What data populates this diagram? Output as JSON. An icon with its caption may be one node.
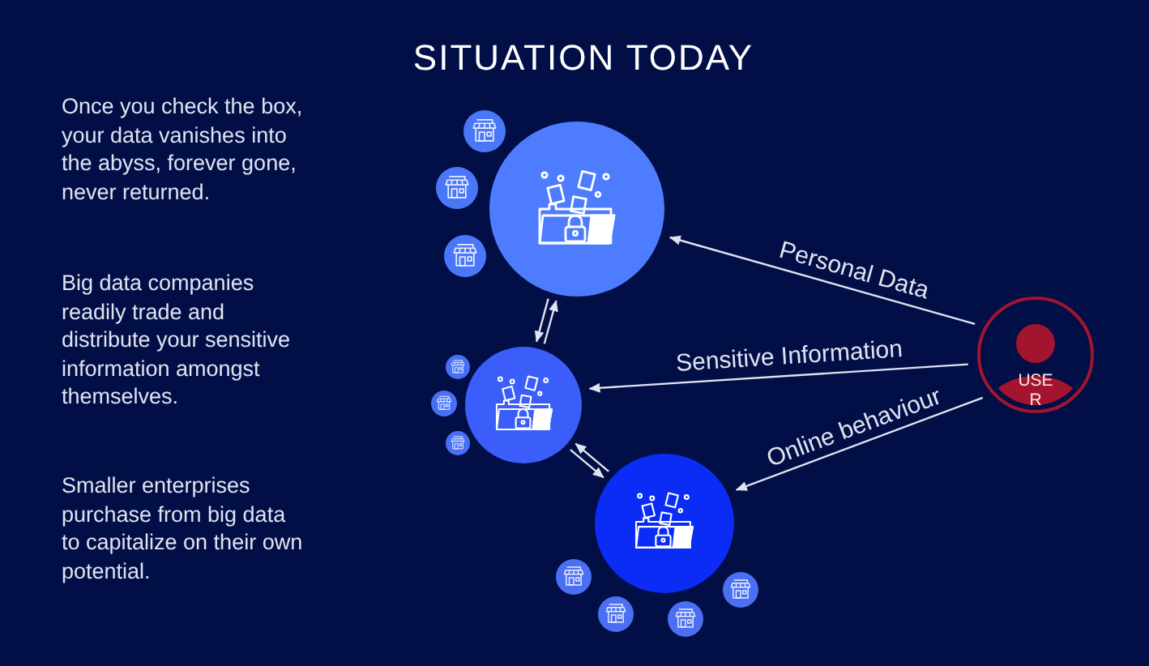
{
  "diagram": {
    "title": "SITUATION TODAY",
    "nodes": [
      {
        "text": [],
        "shape": "circle"
      },
      {
        "text": [],
        "shape": "circle"
      },
      {
        "text": [],
        "shape": "circle"
      },
      {
        "text": [
          "USER"
        ]
      }
    ],
    "edges": [
      {
        "from": 3,
        "to": 0,
        "arrow": "to",
        "label": "Personal Data"
      },
      {
        "from": 3,
        "to": 1,
        "arrow": "to",
        "label": "Sensitive Information"
      },
      {
        "from": 3,
        "to": 2,
        "arrow": "to",
        "label": "Online behaviour"
      },
      {
        "from": 1,
        "to": 0,
        "arrow": "to"
      },
      {
        "from": 0,
        "to": 1,
        "arrow": "to"
      },
      {
        "from": 1,
        "to": 2,
        "arrow": "to"
      },
      {
        "from": 2,
        "to": 1,
        "arrow": "to"
      }
    ],
    "labels": [
      "Once you check the box, your data vanishes into the abyss, forever gone, never returned.",
      "Big data companies readily trade and distribute your sensitive information amongst themselves.",
      "Smaller enterprises purchase from big data to capitalize on their own potential."
    ]
  }
}
